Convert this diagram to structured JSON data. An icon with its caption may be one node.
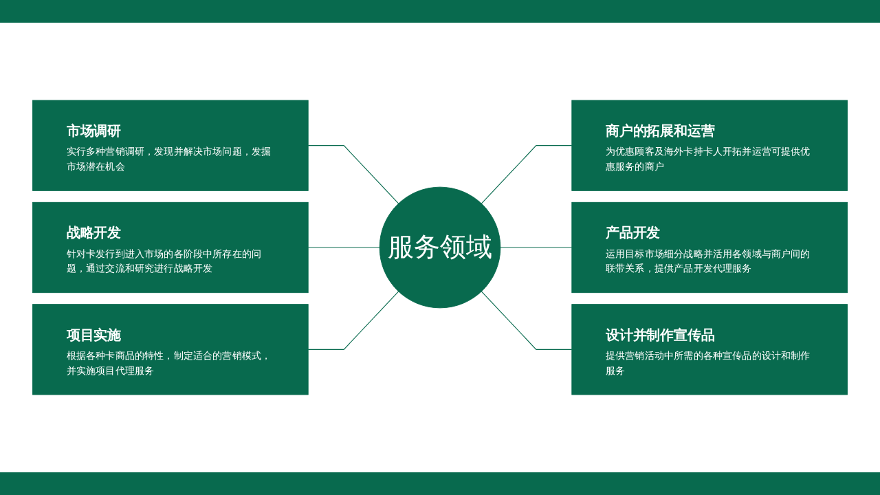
{
  "diagram": {
    "nodes": [
      {
        "text": [
          "市场调研",
          "实行多种营销调研，发现并解决市场问题，发掘市场潜在机会"
        ]
      },
      {
        "text": [
          "商户的拓展和运营",
          "为优惠顾客及海外卡持卡人开拓并运营可提供优惠服务的商户"
        ]
      },
      {
        "text": [
          "战略开发",
          "针对卡发行到进入市场的各阶段中所存在的问题，通过交流和研究进行战略开发"
        ]
      },
      {
        "text": [
          "服务领域"
        ]
      },
      {
        "text": [
          "产品开发",
          "运用目标市场细分战略并活用各领域与商户间的联带关系，提供产品开发代理服务"
        ]
      },
      {
        "text": [
          "项目实施",
          "根据各种卡商品的特性，制定适合的营销模式，并实施项目代理服务"
        ]
      },
      {
        "text": [
          "设计并制作宣传品",
          "提供营销活动中所需的各种宣传品的设计和制作服务"
        ]
      }
    ],
    "edges": [
      {
        "from": 0,
        "to": 3,
        "arrow": "none"
      },
      {
        "from": 3,
        "to": 1,
        "arrow": "none"
      },
      {
        "from": 2,
        "to": 3,
        "arrow": "none"
      },
      {
        "from": 3,
        "to": 4,
        "arrow": "none"
      },
      {
        "from": 5,
        "to": 3,
        "arrow": "none"
      },
      {
        "from": 3,
        "to": 6,
        "arrow": "none"
      }
    ]
  }
}
